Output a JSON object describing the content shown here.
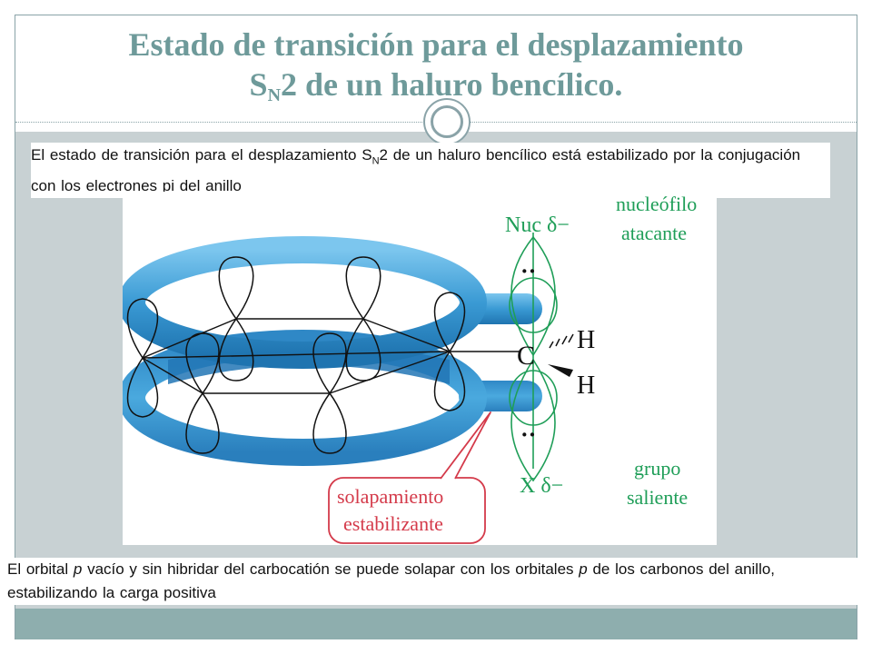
{
  "slide": {
    "title_line1": "Estado de transición para el desplazamiento",
    "title_line2_prefix": "S",
    "title_line2_sub": "N",
    "title_line2_rest": "2 de un haluro bencílico.",
    "top_text": {
      "part1": "El estado de transición para el desplazamiento S",
      "sub": "N",
      "part2": "2 de un haluro bencílico está estabilizado por la conjugación con los electrones pi del anillo"
    },
    "bottom_text": {
      "part1": "El orbital ",
      "p1": "p",
      "part2": " vacío y sin hibridar del carbocatión se puede solapar con los orbitales ",
      "p2": "p",
      "part3": " de los carbonos del anillo, estabilizando la carga positiva"
    }
  },
  "figure": {
    "nuc_label": "Nuc δ−",
    "x_label": "X δ−",
    "c_label": "C",
    "h_top": "H",
    "h_bottom": "H",
    "dots": "··",
    "nucleofilo_line1": "nucleófilo",
    "nucleofilo_line2": "atacante",
    "grupo_line1": "grupo",
    "grupo_line2": "saliente",
    "solap_line1": "solapamiento",
    "solap_line2": "estabilizante"
  },
  "colors": {
    "title": "#6e9a9a",
    "ring_blue": "#3a9ad4",
    "green": "#1f9e58",
    "red": "#d43a4a"
  }
}
